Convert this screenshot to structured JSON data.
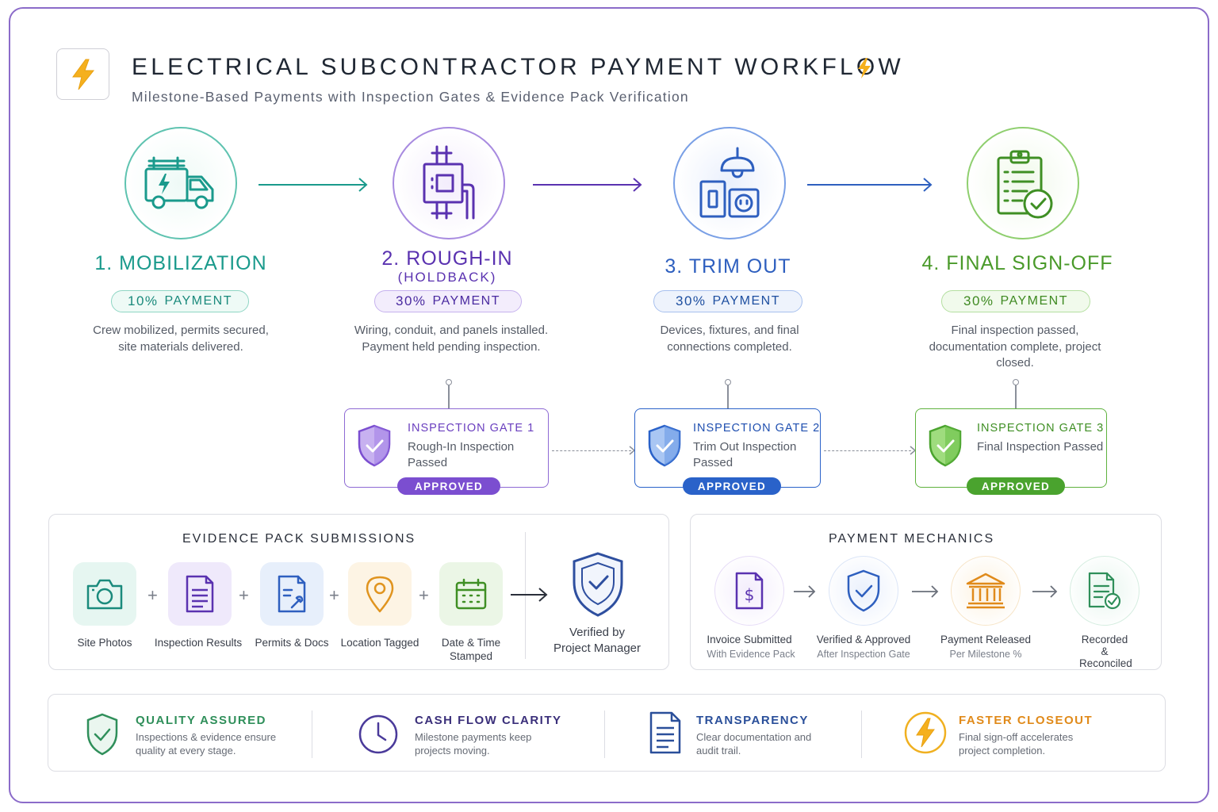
{
  "header": {
    "title": "ELECTRICAL SUBCONTRACTOR PAYMENT WORKFLOW",
    "subtitle": "Milestone-Based Payments with Inspection Gates & Evidence Pack Verification",
    "logo_icon": "lightning-bolt-icon"
  },
  "stages": [
    {
      "name": "1. MOBILIZATION",
      "sub": "",
      "percent": "10%",
      "payment_label": "PAYMENT",
      "description": "Crew mobilized, permits secured, site materials delivered.",
      "icon": "electric-van-icon",
      "color": "#1a9a8c"
    },
    {
      "name": "2. ROUGH-IN",
      "sub": "(HOLDBACK)",
      "percent": "30%",
      "payment_label": "PAYMENT",
      "description": "Wiring, conduit, and panels installed. Payment held pending inspection.",
      "icon": "electrical-panel-icon",
      "color": "#6a3fbf"
    },
    {
      "name": "3. TRIM OUT",
      "sub": "",
      "percent": "30%",
      "payment_label": "PAYMENT",
      "description": "Devices, fixtures, and final connections completed.",
      "icon": "fixture-outlet-icon",
      "color": "#2e5fbf"
    },
    {
      "name": "4.  FINAL SIGN-OFF",
      "sub": "",
      "percent": "30%",
      "payment_label": "PAYMENT",
      "description": "Final inspection passed, documentation complete, project closed.",
      "icon": "clipboard-check-icon",
      "color": "#4a9a2a"
    }
  ],
  "gates": [
    {
      "title": "INSPECTION GATE 1",
      "text": "Rough-In Inspection Passed",
      "badge": "APPROVED",
      "color": "#7b4ed0"
    },
    {
      "title": "INSPECTION GATE 2",
      "text": "Trim Out Inspection Passed",
      "badge": "APPROVED",
      "color": "#2a62c9"
    },
    {
      "title": "INSPECTION GATE 3",
      "text": "Final Inspection Passed",
      "badge": "APPROVED",
      "color": "#4aa32e"
    }
  ],
  "evidence": {
    "title": "EVIDENCE PACK SUBMISSIONS",
    "items": [
      {
        "label": "Site Photos",
        "icon": "camera-icon"
      },
      {
        "label": "Inspection Results",
        "icon": "document-list-icon"
      },
      {
        "label": "Permits & Docs",
        "icon": "permit-document-icon"
      },
      {
        "label": "Location Tagged",
        "icon": "location-pin-icon"
      },
      {
        "label": "Date & Time Stamped",
        "icon": "calendar-icon"
      }
    ],
    "plus": "+",
    "verified_label": "Verified by Project Manager",
    "verified_icon": "shield-check-icon"
  },
  "payment_mechanics": {
    "title": "PAYMENT MECHANICS",
    "steps": [
      {
        "label": "Invoice Submitted",
        "sub": "With Evidence Pack",
        "icon": "invoice-dollar-icon"
      },
      {
        "label": "Verified & Approved",
        "sub": "After Inspection Gate",
        "icon": "shield-check-icon"
      },
      {
        "label": "Payment Released",
        "sub": "Per Milestone %",
        "icon": "bank-icon"
      },
      {
        "label": "Recorded & Reconciled",
        "sub": "",
        "icon": "document-check-icon"
      }
    ]
  },
  "benefits": [
    {
      "title": "QUALITY ASSURED",
      "text": "Inspections & evidence ensure quality at every stage.",
      "icon": "shield-check-icon",
      "color": "#2f8f5a"
    },
    {
      "title": "CASH FLOW CLARITY",
      "text": "Milestone payments keep projects moving.",
      "icon": "clock-icon",
      "color": "#4a3a9a"
    },
    {
      "title": "TRANSPARENCY",
      "text": "Clear documentation and audit trail.",
      "icon": "document-icon",
      "color": "#2a4f9a"
    },
    {
      "title": "FASTER CLOSEOUT",
      "text": "Final sign-off accelerates project completion.",
      "icon": "lightning-bolt-icon",
      "color": "#e08a1a"
    }
  ]
}
